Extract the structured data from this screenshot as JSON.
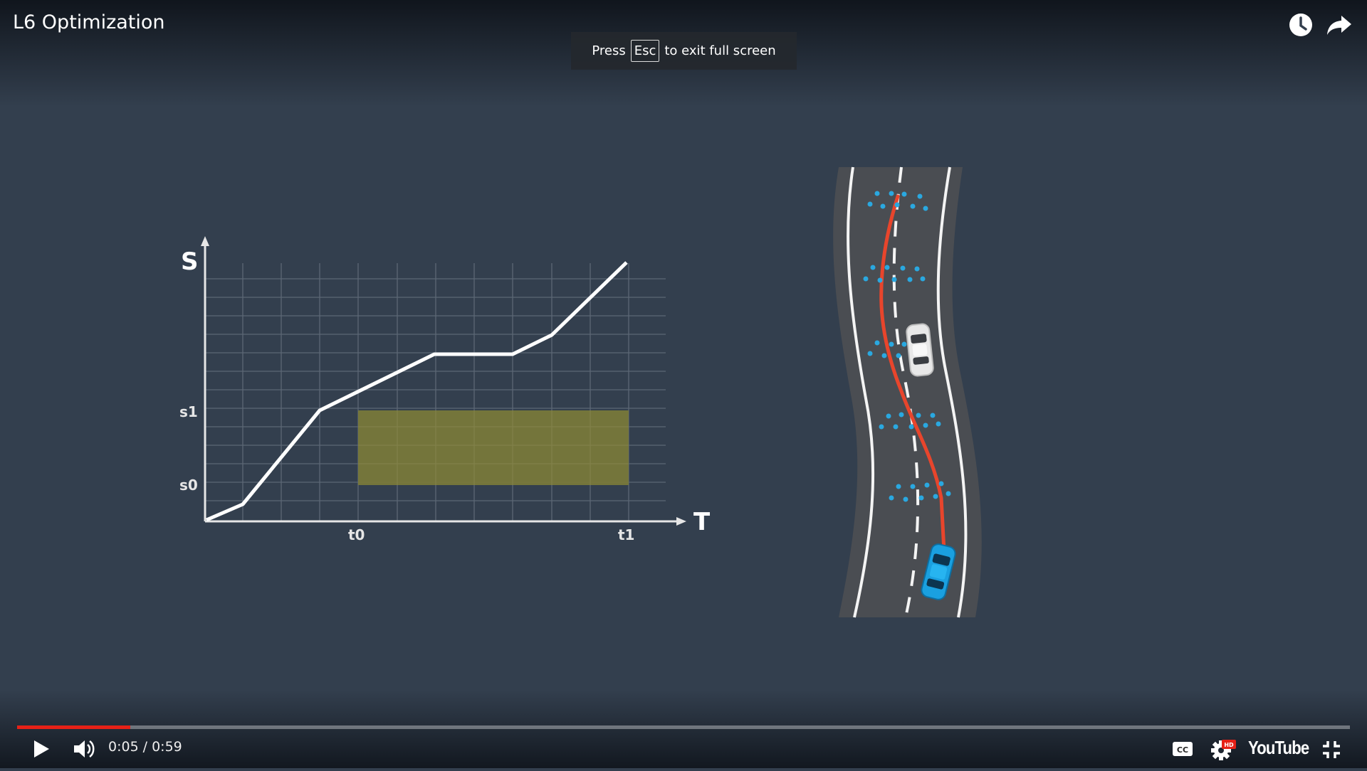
{
  "video": {
    "title": "L6 Optimization"
  },
  "fullscreen_toast": {
    "press": "Press",
    "key": "Esc",
    "suffix": "to exit full screen"
  },
  "slide": {
    "s_axis_label": "S",
    "t_axis_label": "T",
    "s1_label": "s1",
    "s0_label": "s0",
    "t0_label": "t0",
    "t1_label": "t1",
    "curve_color": "#ffffff",
    "box_color": "#7a7a3a",
    "path_color": "#e8452c",
    "ego_car_color": "#1aa0e0",
    "obstacle_car_color": "#e8e8e8",
    "point_color": "#2aa8e0"
  },
  "player": {
    "current_time": "0:05",
    "duration": "0:59",
    "progress": 0.085,
    "logo": "YouTube",
    "progress_color": "#e62117"
  },
  "icons": {
    "watch_later": "clock-icon",
    "share": "share-arrow-icon",
    "play": "play-icon",
    "volume": "volume-icon",
    "captions": "cc-icon",
    "settings": "gear-icon",
    "hd": "hd-badge",
    "exit_fullscreen": "exit-fullscreen-icon"
  }
}
